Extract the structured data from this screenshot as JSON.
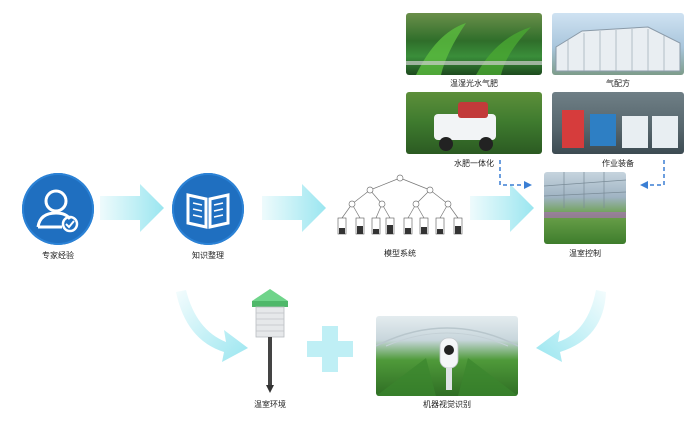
{
  "labels": {
    "expert": "专家经验",
    "knowledge": "知识整理",
    "model": "模型系统",
    "greenhouse_control": "温室控制",
    "env_sensing": "温湿光水气肥",
    "gas_formula": "气配方",
    "fertigation": "水肥一体化",
    "equipment": "作业装备",
    "env": "温室环境",
    "vision": "机器视觉识别"
  },
  "colors": {
    "primary_blue": "#1f6fc0",
    "arrow_cyan": "#8fe3ee",
    "dashed_arrow": "#3b7fd4",
    "plus": "#bfeff5"
  }
}
